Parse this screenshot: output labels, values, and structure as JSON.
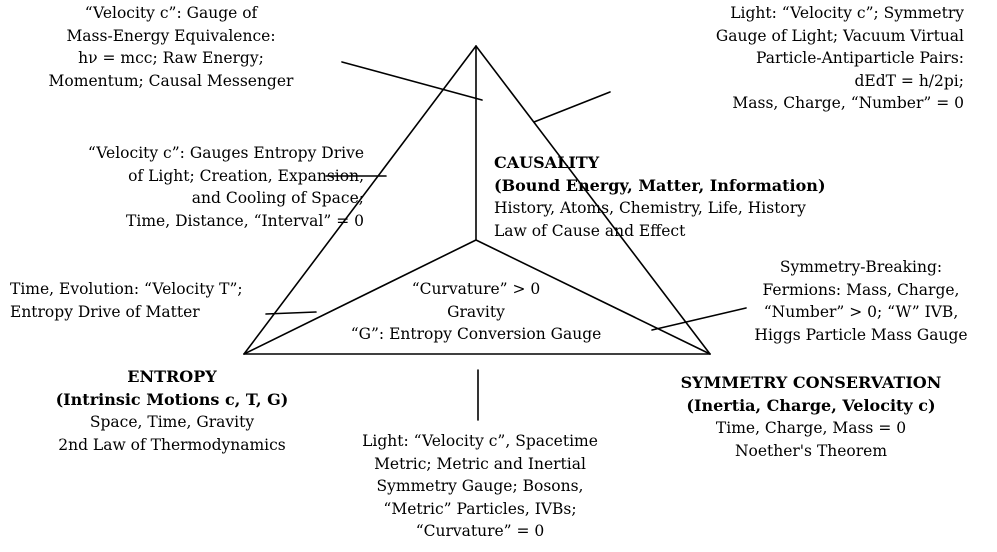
{
  "top_left": {
    "lines": [
      "“Velocity c”: Gauge of",
      "Mass-Energy Equivalence:",
      "hν = mcc; Raw Energy;",
      "Momentum; Causal Messenger"
    ]
  },
  "top_right": {
    "lines": [
      "Light: “Velocity c”; Symmetry",
      "Gauge of Light; Vacuum Virtual",
      "Particle-Antiparticle Pairs:",
      "dEdT = h/2pi;",
      "Mass, Charge, “Number” = 0"
    ]
  },
  "mid_left": {
    "lines": [
      "“Velocity c”: Gauges Entropy Drive",
      "of Light; Creation, Expansion,",
      "and Cooling of Space;",
      "Time, Distance, “Interval” = 0"
    ]
  },
  "causality": {
    "title": "CAUSALITY",
    "subtitle": "(Bound Energy, Matter, Information)",
    "line1": "History, Atoms, Chemistry, Life, History",
    "line2": "Law of Cause and Effect"
  },
  "evolution": {
    "lines": [
      "Time, Evolution: “Velocity T”;",
      "Entropy Drive of Matter"
    ]
  },
  "center": {
    "lines": [
      "“Curvature” > 0",
      "Gravity",
      "“G”: Entropy Conversion Gauge"
    ]
  },
  "symmetry_breaking": {
    "lines": [
      "Symmetry-Breaking:",
      "Fermions: Mass, Charge,",
      "“Number” > 0; “W” IVB,",
      "Higgs Particle Mass Gauge"
    ]
  },
  "entropy": {
    "title": "ENTROPY",
    "subtitle": "(Intrinsic Motions c, T, G)",
    "line1": "Space, Time, Gravity",
    "line2": "2nd Law of Thermodynamics"
  },
  "symmetry_conservation": {
    "title": "SYMMETRY CONSERVATION",
    "subtitle": "(Inertia, Charge, Velocity c)",
    "line1": "Time, Charge, Mass = 0",
    "line2": "Noether's Theorem"
  },
  "bottom_center": {
    "lines": [
      "Light: “Velocity c”, Spacetime",
      "Metric; Metric and Inertial",
      "Symmetry Gauge; Bosons,",
      "“Metric” Particles, IVBs;",
      "“Curvature” = 0"
    ]
  }
}
